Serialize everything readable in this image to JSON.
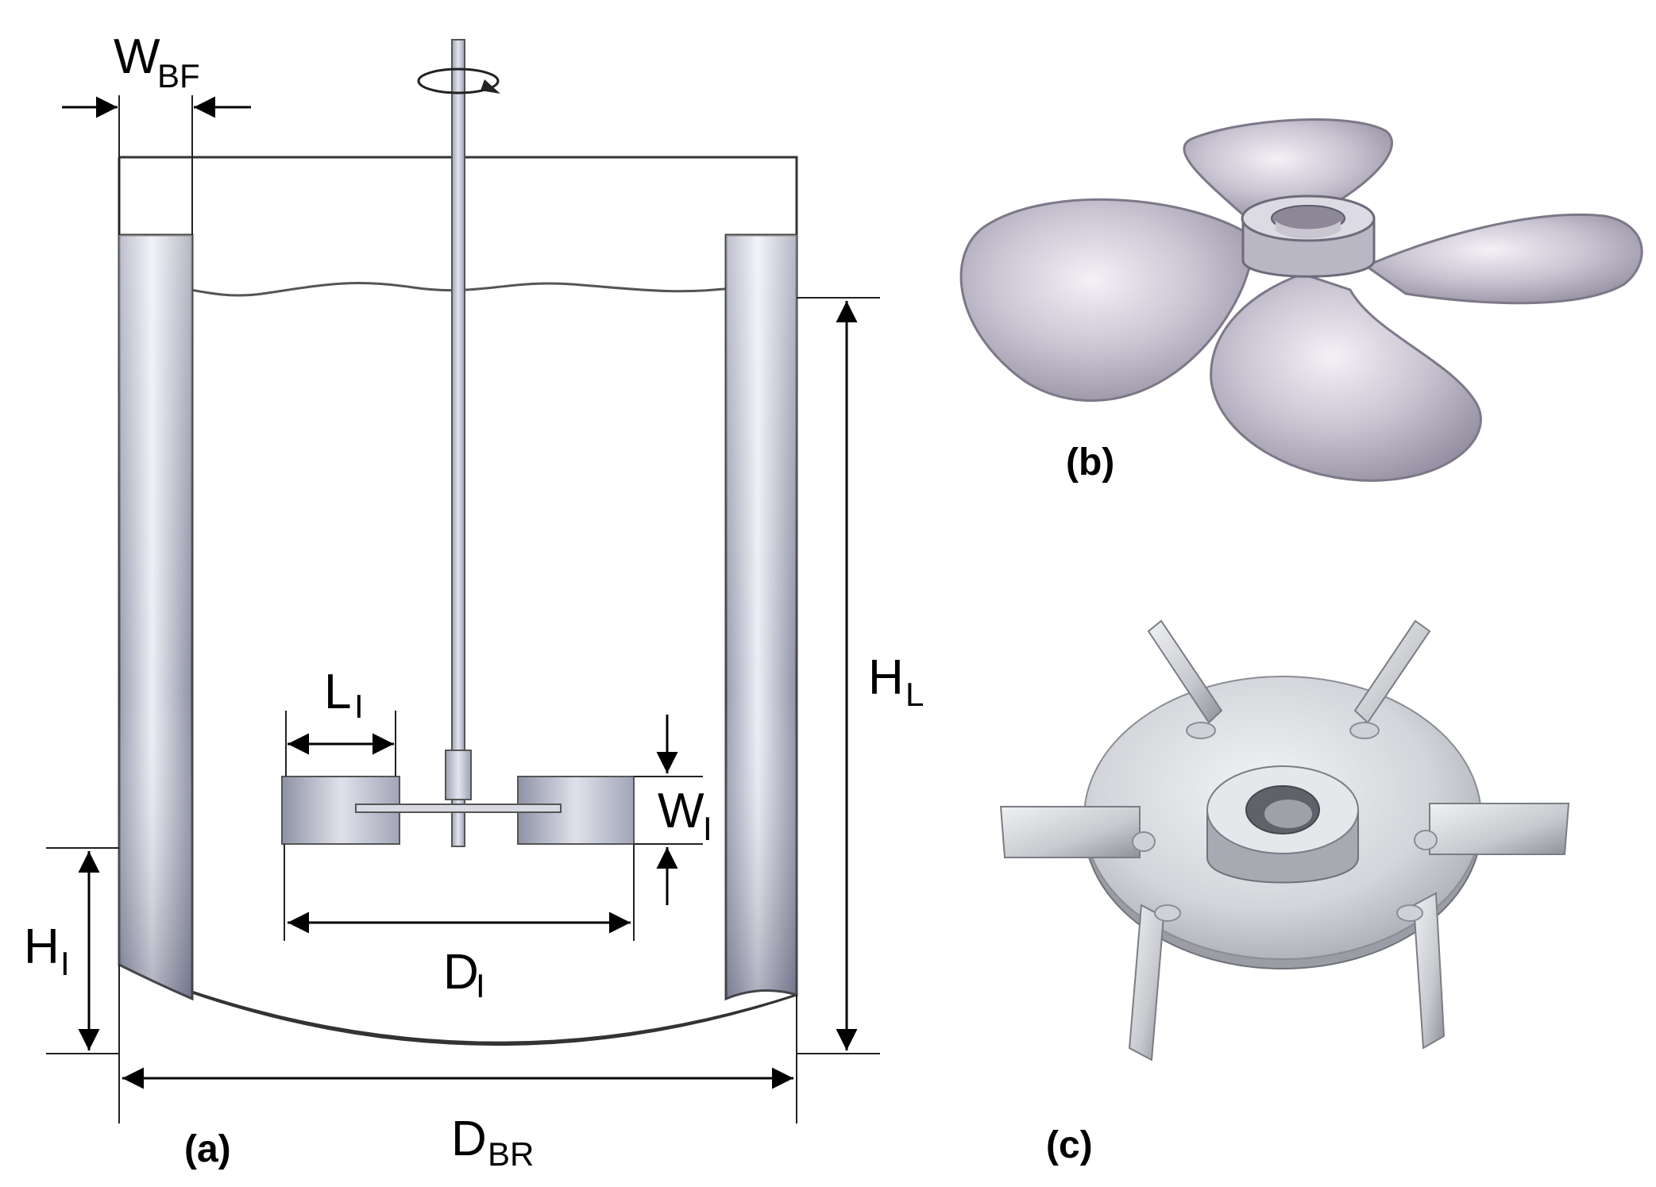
{
  "figure": {
    "panel_a": {
      "label": "(a)",
      "dimensions": {
        "W_BF": {
          "main": "W",
          "sub": "BF"
        },
        "L_I": {
          "main": "L",
          "sub": "I"
        },
        "W_I": {
          "main": "W",
          "sub": "I"
        },
        "D_I": {
          "main": "D",
          "sub": "I"
        },
        "H_I": {
          "main": "H",
          "sub": "I"
        },
        "H_L": {
          "main": "H",
          "sub": "L"
        },
        "D_BR": {
          "main": "D",
          "sub": "BR"
        }
      }
    },
    "panel_b": {
      "label": "(b)",
      "object": "marine-propeller-impeller"
    },
    "panel_c": {
      "label": "(c)",
      "object": "rushton-turbine-impeller"
    }
  },
  "colors": {
    "line": "#222222",
    "metal_light": "#e4e6ee",
    "metal_mid": "#b9bccb",
    "metal_dark": "#8a8d9e",
    "background": "#ffffff"
  }
}
